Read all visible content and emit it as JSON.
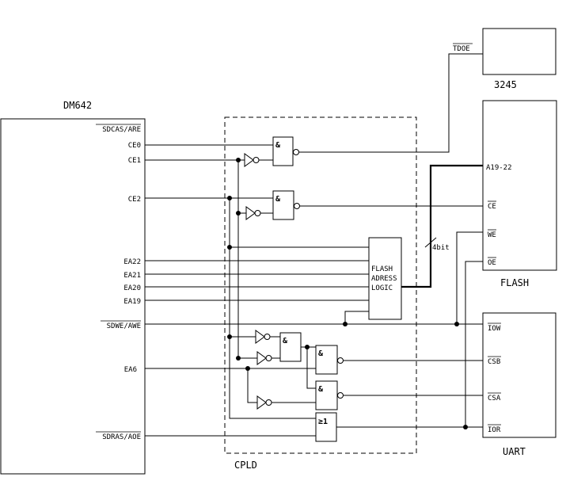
{
  "blocks": {
    "dm642": "DM642",
    "cpld": "CPLD",
    "flash": "FLASH",
    "uart": "UART",
    "buffer_3245": "3245"
  },
  "dm642_pins": {
    "sdcas_are": "SDCAS/ARE",
    "ce0": "CE0",
    "ce1": "CE1",
    "ce2": "CE2",
    "ea22": "EA22",
    "ea21": "EA21",
    "ea20": "EA20",
    "ea19": "EA19",
    "sdwe_awe": "SDWE/AWE",
    "ea6": "EA6",
    "sdras_aoe": "SDRAS/AOE"
  },
  "flash_pins": {
    "a19_22": "A19-22",
    "ce": "CE",
    "we": "WE",
    "oe": "OE"
  },
  "uart_pins": {
    "iow": "IOW",
    "csb": "CSB",
    "csa": "CSA",
    "ior": "IOR"
  },
  "buffer_pins": {
    "tdoe": "TDOE"
  },
  "logic_block": {
    "line1": "FLASH",
    "line2": "ADRESS",
    "line3": "LOGIC"
  },
  "gate_symbols": {
    "and": "&",
    "or": "≥1"
  },
  "bus_width_label": "4bit"
}
